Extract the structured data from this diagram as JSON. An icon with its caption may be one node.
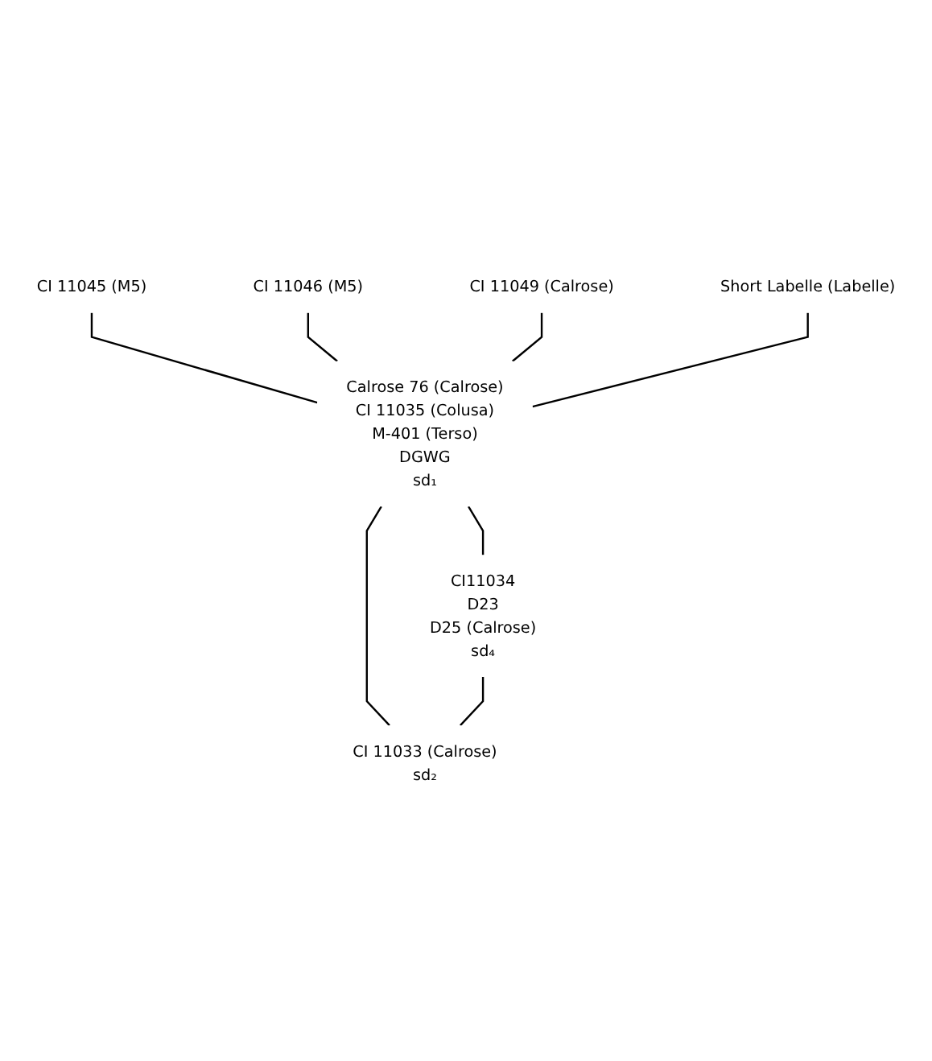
{
  "diagram": {
    "nodes": [
      {
        "text": [
          "CI 11045 (M5)"
        ]
      },
      {
        "text": [
          "CI 11046 (M5)"
        ]
      },
      {
        "text": [
          "CI 11049 (Calrose)"
        ]
      },
      {
        "text": [
          "Short Labelle (Labelle)"
        ]
      },
      {
        "text": [
          "Calrose 76 (Calrose)",
          "CI 11035 (Colusa)",
          "M-401 (Terso)",
          "DGWG",
          "sd₁"
        ]
      },
      {
        "text": [
          "CI11034",
          "D23",
          "D25 (Calrose)",
          "sd₄"
        ]
      },
      {
        "text": [
          "CI 11033 (Calrose)",
          "sd₂"
        ]
      }
    ],
    "edges": [
      {
        "from": 0,
        "to": 4,
        "arrow": "none"
      },
      {
        "from": 1,
        "to": 4,
        "arrow": "none"
      },
      {
        "from": 2,
        "to": 4,
        "arrow": "none"
      },
      {
        "from": 3,
        "to": 4,
        "arrow": "none"
      },
      {
        "from": 4,
        "to": 5,
        "arrow": "none"
      },
      {
        "from": 4,
        "to": 6,
        "arrow": "none"
      },
      {
        "from": 5,
        "to": 6,
        "arrow": "none"
      }
    ]
  }
}
